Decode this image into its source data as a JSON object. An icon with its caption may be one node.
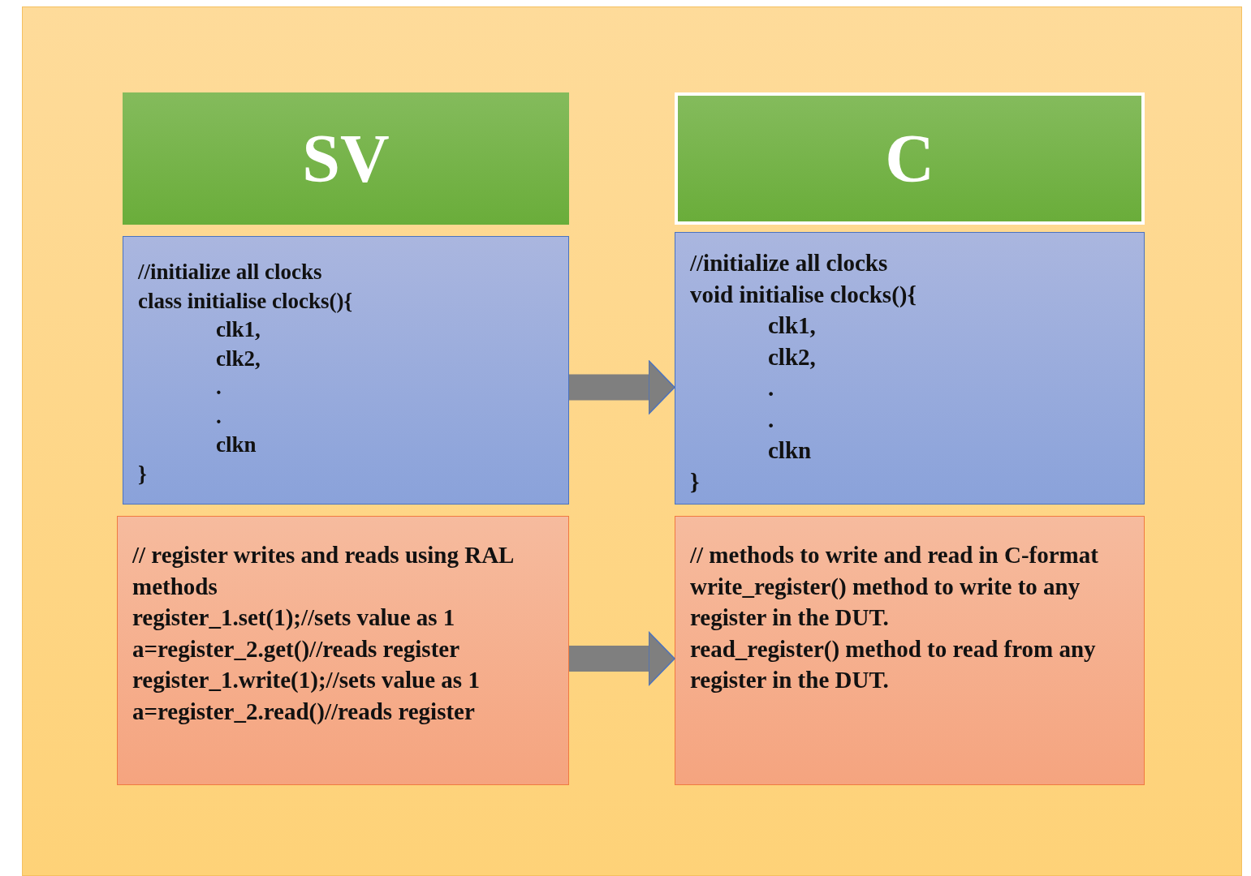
{
  "diagram": {
    "nodes": [
      {
        "text": [
          "SV"
        ]
      },
      {
        "text": [
          "C"
        ]
      },
      {
        "text": [
          "//initialize all clocks",
          "class initialise clocks(){",
          "clk1,",
          "clk2,",
          ".",
          ".",
          "clkn",
          "}"
        ]
      },
      {
        "text": [
          "//initialize all clocks",
          "void initialise clocks(){",
          "clk1,",
          "clk2,",
          ".",
          ".",
          "clkn",
          "}"
        ]
      },
      {
        "text": [
          "// register writes and reads using RAL methods",
          "register_1.set(1);//sets value as 1",
          "a=register_2.get()//reads register",
          "register_1.write(1);//sets value as 1",
          "a=register_2.read()//reads register"
        ]
      },
      {
        "text": [
          "// methods to write and read in C-format",
          "write_register() method to write to any register in the DUT.",
          "read_register() method to read from any register in the DUT."
        ]
      }
    ],
    "edges": [
      {
        "from": 2,
        "to": 3,
        "arrow": "to"
      },
      {
        "from": 4,
        "to": 5,
        "arrow": "to"
      }
    ]
  }
}
